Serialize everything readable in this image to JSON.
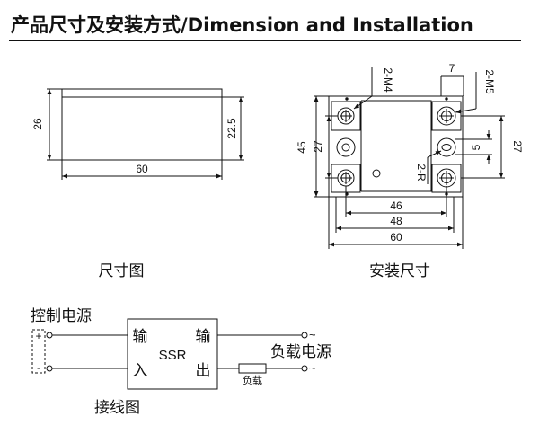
{
  "title": "产品尺寸及安装方式/Dimension and  Installation",
  "side_view": {
    "caption": "尺寸图",
    "dim_height": "26",
    "dim_body_height": "22.5",
    "dim_length": "60"
  },
  "mount_view": {
    "caption": "安装尺寸",
    "label_2m4": "2-M4",
    "label_7": "7",
    "label_2m5": "2-M5",
    "label_45": "45",
    "label_27_left": "27",
    "label_5": "5",
    "label_27_right": "27",
    "label_2r": "2-R",
    "label_46": "46",
    "label_48": "48",
    "label_60": "60"
  },
  "wiring": {
    "caption": "接线图",
    "control_source": "控制电源",
    "plus": "+",
    "minus": "-",
    "input_top": "输",
    "input_bottom": "入",
    "output_top": "输",
    "output_bottom": "出",
    "ssr": "SSR",
    "load": "负载",
    "load_source": "负载电源",
    "ac_symbol_1": "~",
    "ac_symbol_2": "~"
  }
}
